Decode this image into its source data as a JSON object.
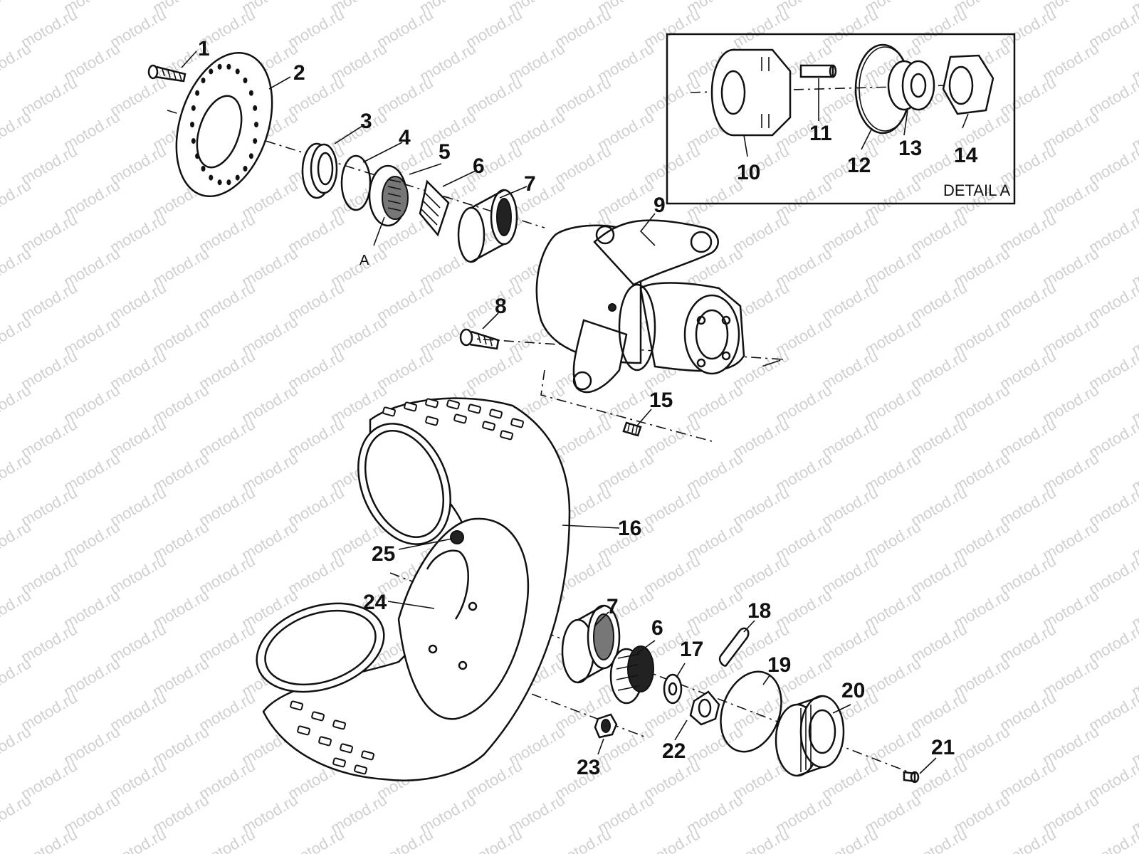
{
  "watermark": "motod.ru",
  "detail_label": "DETAIL A",
  "point_label": "A",
  "callouts": [
    {
      "id": "c1",
      "text": "1"
    },
    {
      "id": "c2",
      "text": "2"
    },
    {
      "id": "c3",
      "text": "3"
    },
    {
      "id": "c4",
      "text": "4"
    },
    {
      "id": "c5",
      "text": "5"
    },
    {
      "id": "c6a",
      "text": "6"
    },
    {
      "id": "c7a",
      "text": "7"
    },
    {
      "id": "c8",
      "text": "8"
    },
    {
      "id": "c9",
      "text": "9"
    },
    {
      "id": "c10",
      "text": "10"
    },
    {
      "id": "c11",
      "text": "11"
    },
    {
      "id": "c12",
      "text": "12"
    },
    {
      "id": "c13",
      "text": "13"
    },
    {
      "id": "c14",
      "text": "14"
    },
    {
      "id": "c15",
      "text": "15"
    },
    {
      "id": "c16",
      "text": "16"
    },
    {
      "id": "c17",
      "text": "17"
    },
    {
      "id": "c18",
      "text": "18"
    },
    {
      "id": "c19",
      "text": "19"
    },
    {
      "id": "c20",
      "text": "20"
    },
    {
      "id": "c21",
      "text": "21"
    },
    {
      "id": "c22",
      "text": "22"
    },
    {
      "id": "c23",
      "text": "23"
    },
    {
      "id": "c24",
      "text": "24"
    },
    {
      "id": "c25",
      "text": "25"
    },
    {
      "id": "c7b",
      "text": "7"
    },
    {
      "id": "c6b",
      "text": "6"
    }
  ]
}
